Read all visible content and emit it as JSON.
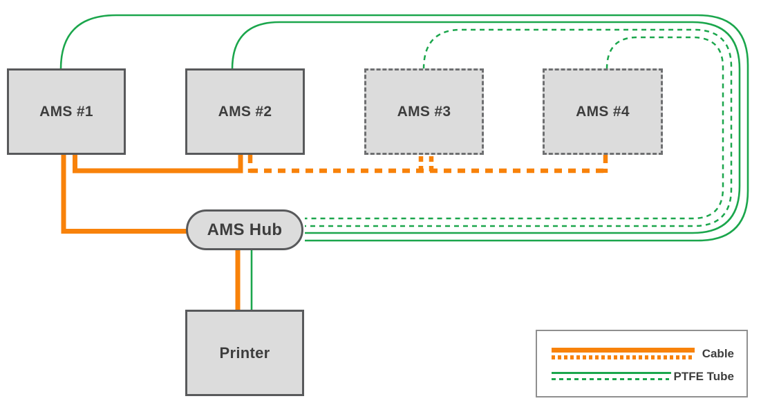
{
  "nodes": {
    "ams1": {
      "label": "AMS #1",
      "border": "solid"
    },
    "ams2": {
      "label": "AMS #2",
      "border": "solid"
    },
    "ams3": {
      "label": "AMS #3",
      "border": "dashed"
    },
    "ams4": {
      "label": "AMS #4",
      "border": "dashed"
    },
    "hub": {
      "label": "AMS Hub"
    },
    "printer": {
      "label": "Printer"
    }
  },
  "legend": {
    "cable_label": "Cable",
    "tube_label": "PTFE Tube"
  },
  "colors": {
    "cable_orange": "#F8820A",
    "tube_green": "#1BA64C",
    "box_fill": "#DCDCDC",
    "box_border": "#58595B",
    "label_text": "#3D3D3D"
  },
  "connections": [
    {
      "from": "AMS #1",
      "to": "AMS Hub",
      "type": "cable",
      "style": "solid"
    },
    {
      "from": "AMS #1",
      "to": "AMS #2",
      "type": "cable",
      "style": "solid"
    },
    {
      "from": "AMS #2",
      "to": "AMS #3",
      "type": "cable",
      "style": "dashed"
    },
    {
      "from": "AMS #3",
      "to": "AMS #4",
      "type": "cable",
      "style": "dashed"
    },
    {
      "from": "AMS #1",
      "to": "AMS Hub",
      "type": "ptfe_tube",
      "style": "solid"
    },
    {
      "from": "AMS #2",
      "to": "AMS Hub",
      "type": "ptfe_tube",
      "style": "solid"
    },
    {
      "from": "AMS #3",
      "to": "AMS Hub",
      "type": "ptfe_tube",
      "style": "dashed"
    },
    {
      "from": "AMS #4",
      "to": "AMS Hub",
      "type": "ptfe_tube",
      "style": "dashed"
    },
    {
      "from": "AMS Hub",
      "to": "Printer",
      "type": "cable",
      "style": "solid"
    },
    {
      "from": "AMS Hub",
      "to": "Printer",
      "type": "ptfe_tube",
      "style": "solid"
    }
  ]
}
